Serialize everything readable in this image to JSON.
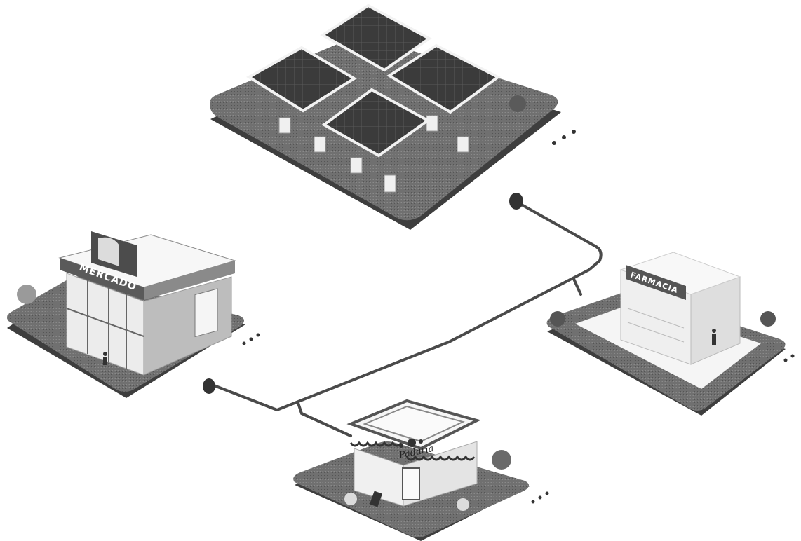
{
  "labels": {
    "market_sign": "MERCADO",
    "pharmacy_sign": "FARMACIA",
    "bakery_sign": "Padaria"
  },
  "colors": {
    "ground": "#6d6d6d",
    "ground_side": "#3e3e3e",
    "panel": "#3a3a3a",
    "panel_frame": "#f2f2f2",
    "cable": "#4a4a4a",
    "building_light": "#ececec",
    "building_mid": "#bdbdbd",
    "building_dark": "#7a7a7a"
  }
}
